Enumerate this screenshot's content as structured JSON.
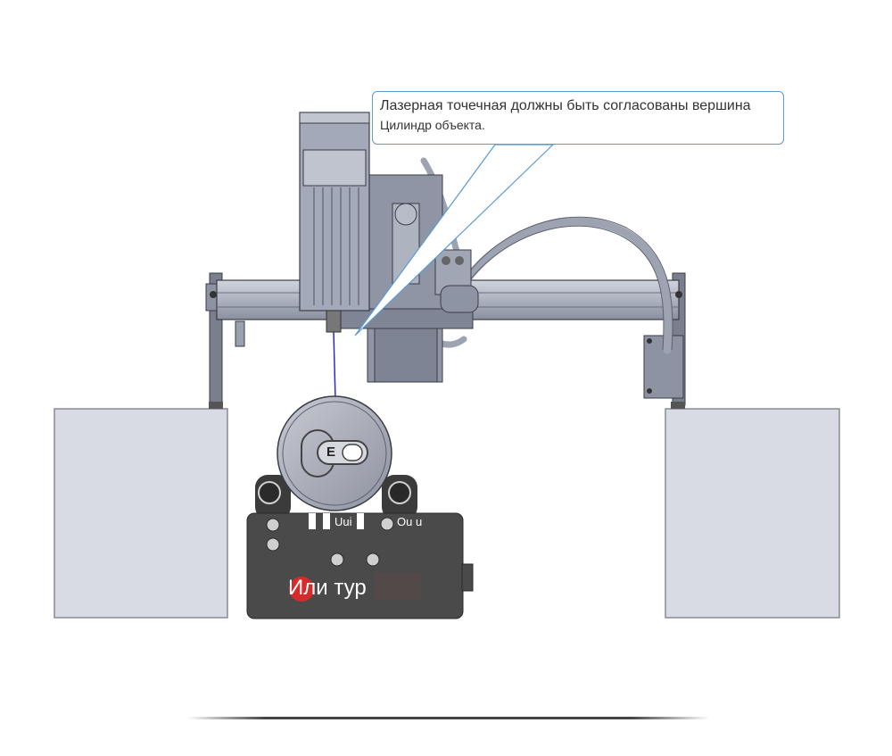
{
  "callout": {
    "line1": "Лазерная точечная должны быть согласованы вершина",
    "line2": "Цилиндр объекта."
  },
  "rotary": {
    "label_left": "Uui",
    "label_right": "Ou u",
    "label_main": "Или тур",
    "can_letter": "E"
  },
  "colors": {
    "frame": "#a9b0c0",
    "frame_dark": "#6c7080",
    "block": "#d9dbe4",
    "rotary_body": "#4a4a4a",
    "accent_red": "#d62b2b",
    "callout_border": "#5b9bd5"
  }
}
